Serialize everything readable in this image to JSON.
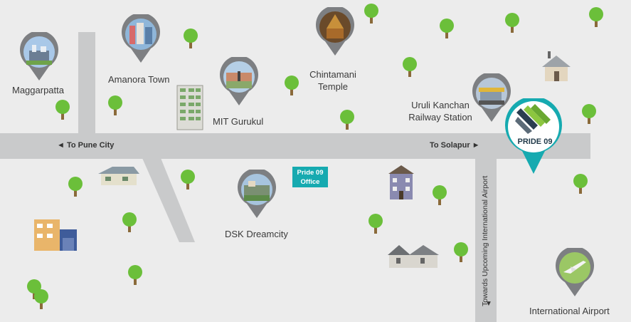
{
  "map": {
    "roads": {
      "to_pune": "◄ To Pune City",
      "to_solapur": "To Solapur ►",
      "airport_road": "Towards Upcoming International Airport"
    },
    "landmarks": {
      "maggarpatta": "Maggarpatta",
      "amanora": "Amanora Town",
      "mit": "MIT Gurukul",
      "chintamani_line1": "Chintamani",
      "chintamani_line2": "Temple",
      "uruli_line1": "Uruli Kanchan",
      "uruli_line2": "Railway Station",
      "dsk": "DSK Dreamcity",
      "airport": "International Airport"
    },
    "office_line1": "Pride 09",
    "office_line2": "Office",
    "project_name": "PRIDE 09",
    "colors": {
      "accent": "#16aab0",
      "road": "#c9cacb",
      "pin": "#7d7f82",
      "tree": "#6bbf3a"
    }
  }
}
